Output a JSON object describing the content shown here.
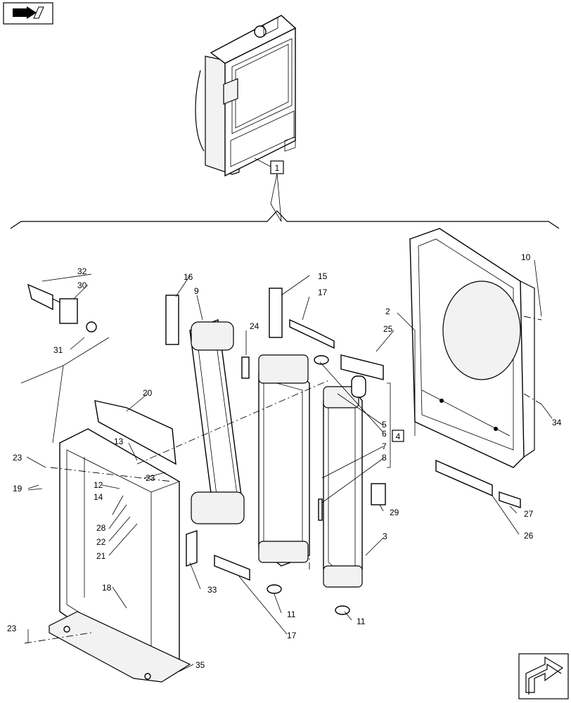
{
  "diagram": {
    "assembly_callout": "1",
    "group_callout": "4",
    "callouts": {
      "c2": "2",
      "c3": "3",
      "c5": "5",
      "c6": "6",
      "c7": "7",
      "c8": "8",
      "c9": "9",
      "c10": "10",
      "c11a": "11",
      "c11b": "11",
      "c12": "12",
      "c13": "13",
      "c14": "14",
      "c15": "15",
      "c16": "16",
      "c17a": "17",
      "c17b": "17",
      "c18": "18",
      "c19": "19",
      "c20": "20",
      "c21": "21",
      "c22": "22",
      "c23a": "23",
      "c23b": "23",
      "c23c": "23",
      "c24": "24",
      "c25": "25",
      "c26": "26",
      "c27": "27",
      "c28": "28",
      "c29": "29",
      "c30": "30",
      "c31": "31",
      "c32": "32",
      "c33": "33",
      "c34": "34",
      "c35": "35"
    }
  },
  "nav": {
    "top_left_icon": "return-arrow-icon",
    "bottom_right_icon": "forward-arrow-icon"
  }
}
